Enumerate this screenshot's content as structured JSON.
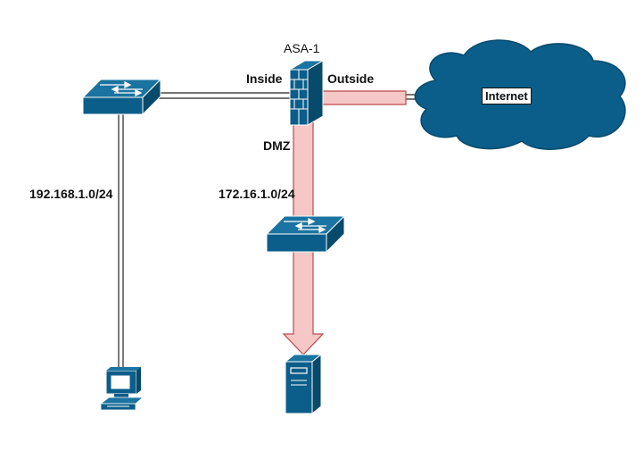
{
  "firewall": {
    "name": "ASA-1"
  },
  "interfaces": {
    "inside": "Inside",
    "outside": "Outside",
    "dmz": "DMZ"
  },
  "networks": {
    "inside_subnet": "192.168.1.0/24",
    "dmz_subnet": "172.16.1.0/24"
  },
  "cloud": {
    "label": "Internet"
  },
  "devices": {
    "inside_switch": "switch-icon",
    "dmz_switch": "switch-icon",
    "firewall": "firewall-icon",
    "workstation": "workstation-icon",
    "server": "server-icon",
    "internet": "cloud-icon"
  },
  "colors": {
    "device": "#0b5e89",
    "device_line": "#ffffff",
    "traffic_path": "#f5c7c7",
    "traffic_outline": "#b94a4a",
    "link": "#222222"
  }
}
